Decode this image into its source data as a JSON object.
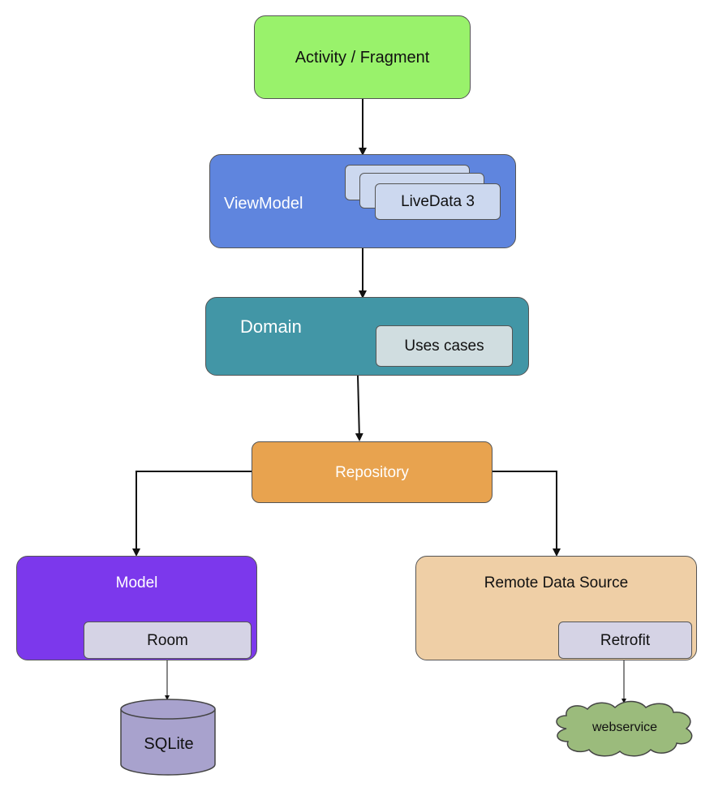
{
  "nodes": {
    "activity": {
      "label": "Activity / Fragment",
      "color": "#99f26b"
    },
    "viewmodel": {
      "label": "ViewModel",
      "color": "#5f85de",
      "livedata_label": "LiveData 3",
      "livedata_color": "#ccd8ef"
    },
    "domain": {
      "label": "Domain",
      "color": "#4296a6",
      "usecases_label": "Uses cases",
      "usecases_color": "#d0dde0"
    },
    "repository": {
      "label": "Repository",
      "color": "#e8a34f"
    },
    "model": {
      "label": "Model",
      "color": "#7c38ec",
      "room_label": "Room",
      "room_color": "#d5d3e5"
    },
    "remote": {
      "label": "Remote Data Source",
      "color": "#efcfa6",
      "retrofit_label": "Retrofit",
      "retrofit_color": "#d5d3e5"
    },
    "sqlite": {
      "label": "SQLite",
      "color": "#a8a2cd"
    },
    "webservice": {
      "label": "webservice",
      "color": "#9bbb7c"
    }
  }
}
